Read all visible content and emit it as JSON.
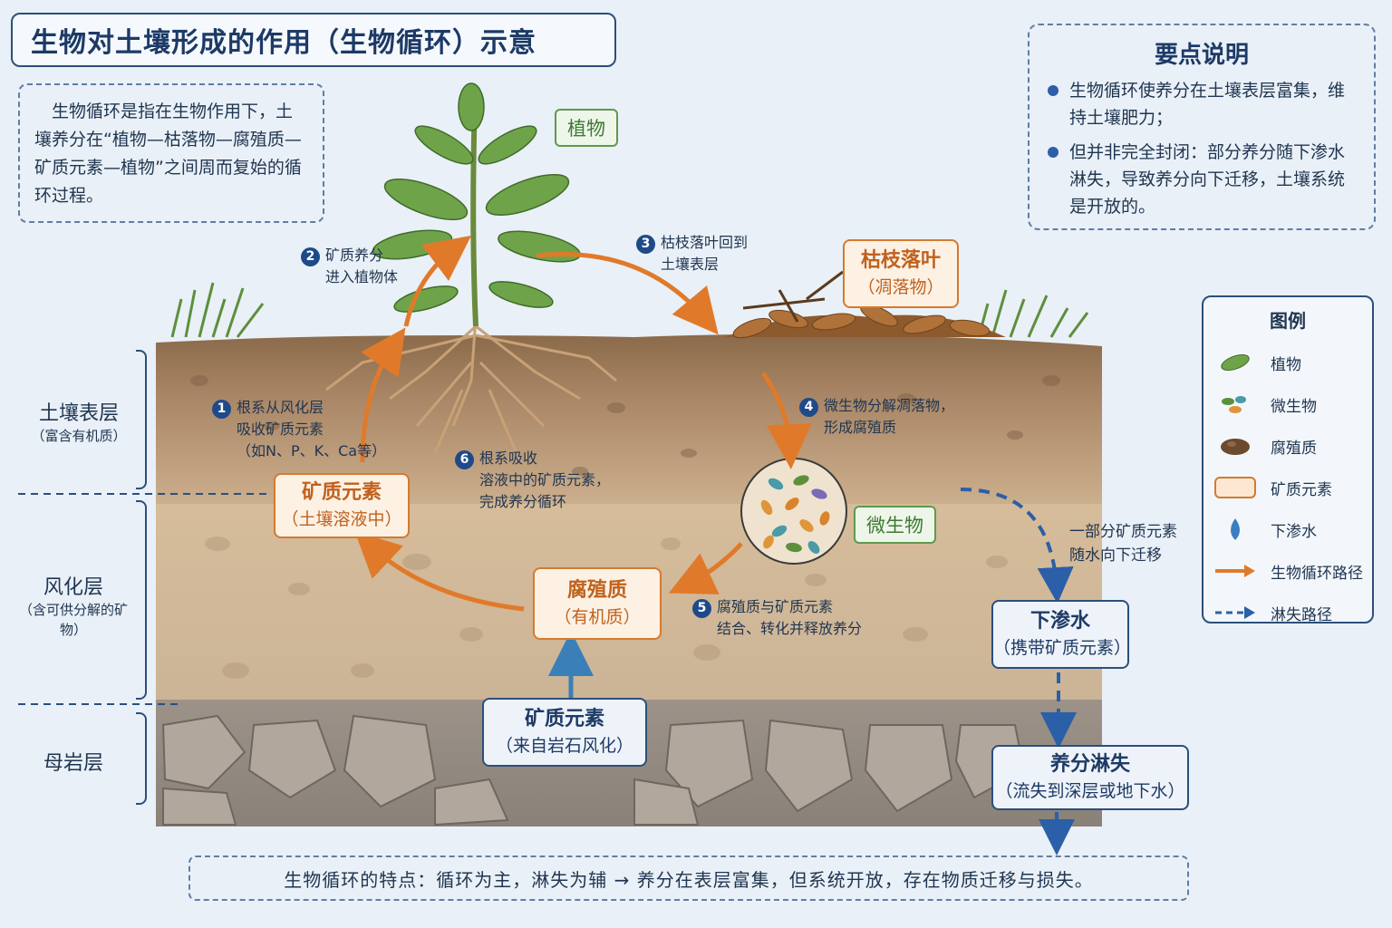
{
  "title": "生物对土壤形成的作用（生物循环）示意",
  "intro": "生物循环是指在生物作用下，土壤养分在“植物—枯落物—腐殖质—矿质元素—植物”之间周而复始的循环过程。",
  "keypoints": {
    "title": "要点说明",
    "items": [
      "生物循环使养分在土壤表层富集，维持土壤肥力；",
      "但并非完全封闭：部分养分随下渗水淋失，导致养分向下迁移，土壤系统是开放的。"
    ]
  },
  "legend": {
    "title": "图例",
    "items": [
      {
        "label": "植物",
        "icon": "leaf-icon"
      },
      {
        "label": "微生物",
        "icon": "microbe-icon"
      },
      {
        "label": "腐殖质",
        "icon": "humus-icon"
      },
      {
        "label": "矿质元素",
        "icon": "mineral-box-icon"
      },
      {
        "label": "下渗水",
        "icon": "water-drop-icon"
      },
      {
        "label": "生物循环路径",
        "icon": "orange-arrow-icon"
      },
      {
        "label": "淋失路径",
        "icon": "blue-dashed-arrow-icon"
      }
    ]
  },
  "layers": [
    {
      "name": "土壤表层",
      "note": "（富含有机质）"
    },
    {
      "name": "风化层",
      "note": "（含可供分解的矿物）"
    },
    {
      "name": "母岩层",
      "note": ""
    }
  ],
  "labels": {
    "plant": "植物",
    "litter": {
      "l1": "枯枝落叶",
      "l2": "（凋落物）"
    },
    "microbe": "微生物",
    "mineral_soil": {
      "l1": "矿质元素",
      "l2": "（土壤溶液中）"
    },
    "humus": {
      "l1": "腐殖质",
      "l2": "（有机质）"
    },
    "mineral_rock": {
      "l1": "矿质元素",
      "l2": "（来自岩石风化）"
    },
    "seep": {
      "l1": "下渗水",
      "l2": "（携带矿质元素）"
    },
    "leach": {
      "l1": "养分淋失",
      "l2": "（流失到深层或地下水）"
    }
  },
  "steps": [
    {
      "num": "1",
      "lines": [
        "根系从风化层",
        "吸收矿质元素",
        "（如N、P、K、Ca等）"
      ]
    },
    {
      "num": "2",
      "lines": [
        "矿质养分",
        "进入植物体"
      ]
    },
    {
      "num": "3",
      "lines": [
        "枯枝落叶回到",
        "土壤表层"
      ]
    },
    {
      "num": "4",
      "lines": [
        "微生物分解凋落物，",
        "形成腐殖质"
      ]
    },
    {
      "num": "5",
      "lines": [
        "腐殖质与矿质元素",
        "结合、转化并释放养分"
      ]
    },
    {
      "num": "6",
      "lines": [
        "根系吸收",
        "溶液中的矿质元素，",
        "完成养分循环"
      ]
    }
  ],
  "leach_note": [
    "一部分矿质元素",
    "随水向下迁移"
  ],
  "bottom_text": "生物循环的特点：循环为主，淋失为辅 → 养分在表层富集，但系统开放，存在物质迁移与损失。",
  "colors": {
    "cycle": "#e07a2a",
    "leach": "#2b5fa8",
    "title": "#1d3a66"
  }
}
